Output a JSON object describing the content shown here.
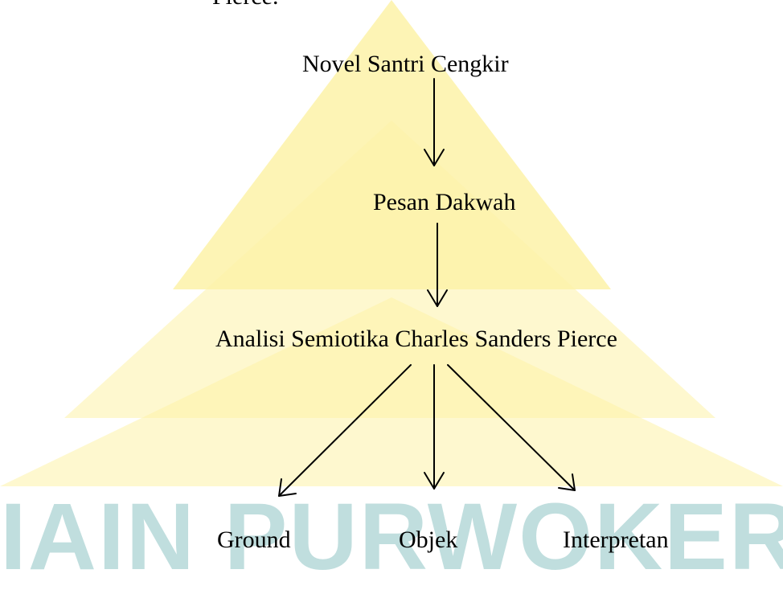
{
  "document": {
    "top_fragment": "Pierce."
  },
  "diagram": {
    "nodes": {
      "novel": "Novel Santri Cengkir",
      "pesan": "Pesan Dakwah",
      "analisi": "Analisi Semiotika Charles Sanders Pierce",
      "ground": "Ground",
      "objek": "Objek",
      "interpretan": "Interpretan"
    },
    "edges": [
      {
        "from": "novel",
        "to": "pesan"
      },
      {
        "from": "pesan",
        "to": "analisi"
      },
      {
        "from": "analisi",
        "to": "ground"
      },
      {
        "from": "analisi",
        "to": "objek"
      },
      {
        "from": "analisi",
        "to": "interpretan"
      }
    ]
  },
  "watermark": {
    "text": "IAIN PURWOKERTO",
    "colors": {
      "triangle": "#fdf2a8",
      "text": "#1f8a8a"
    }
  }
}
